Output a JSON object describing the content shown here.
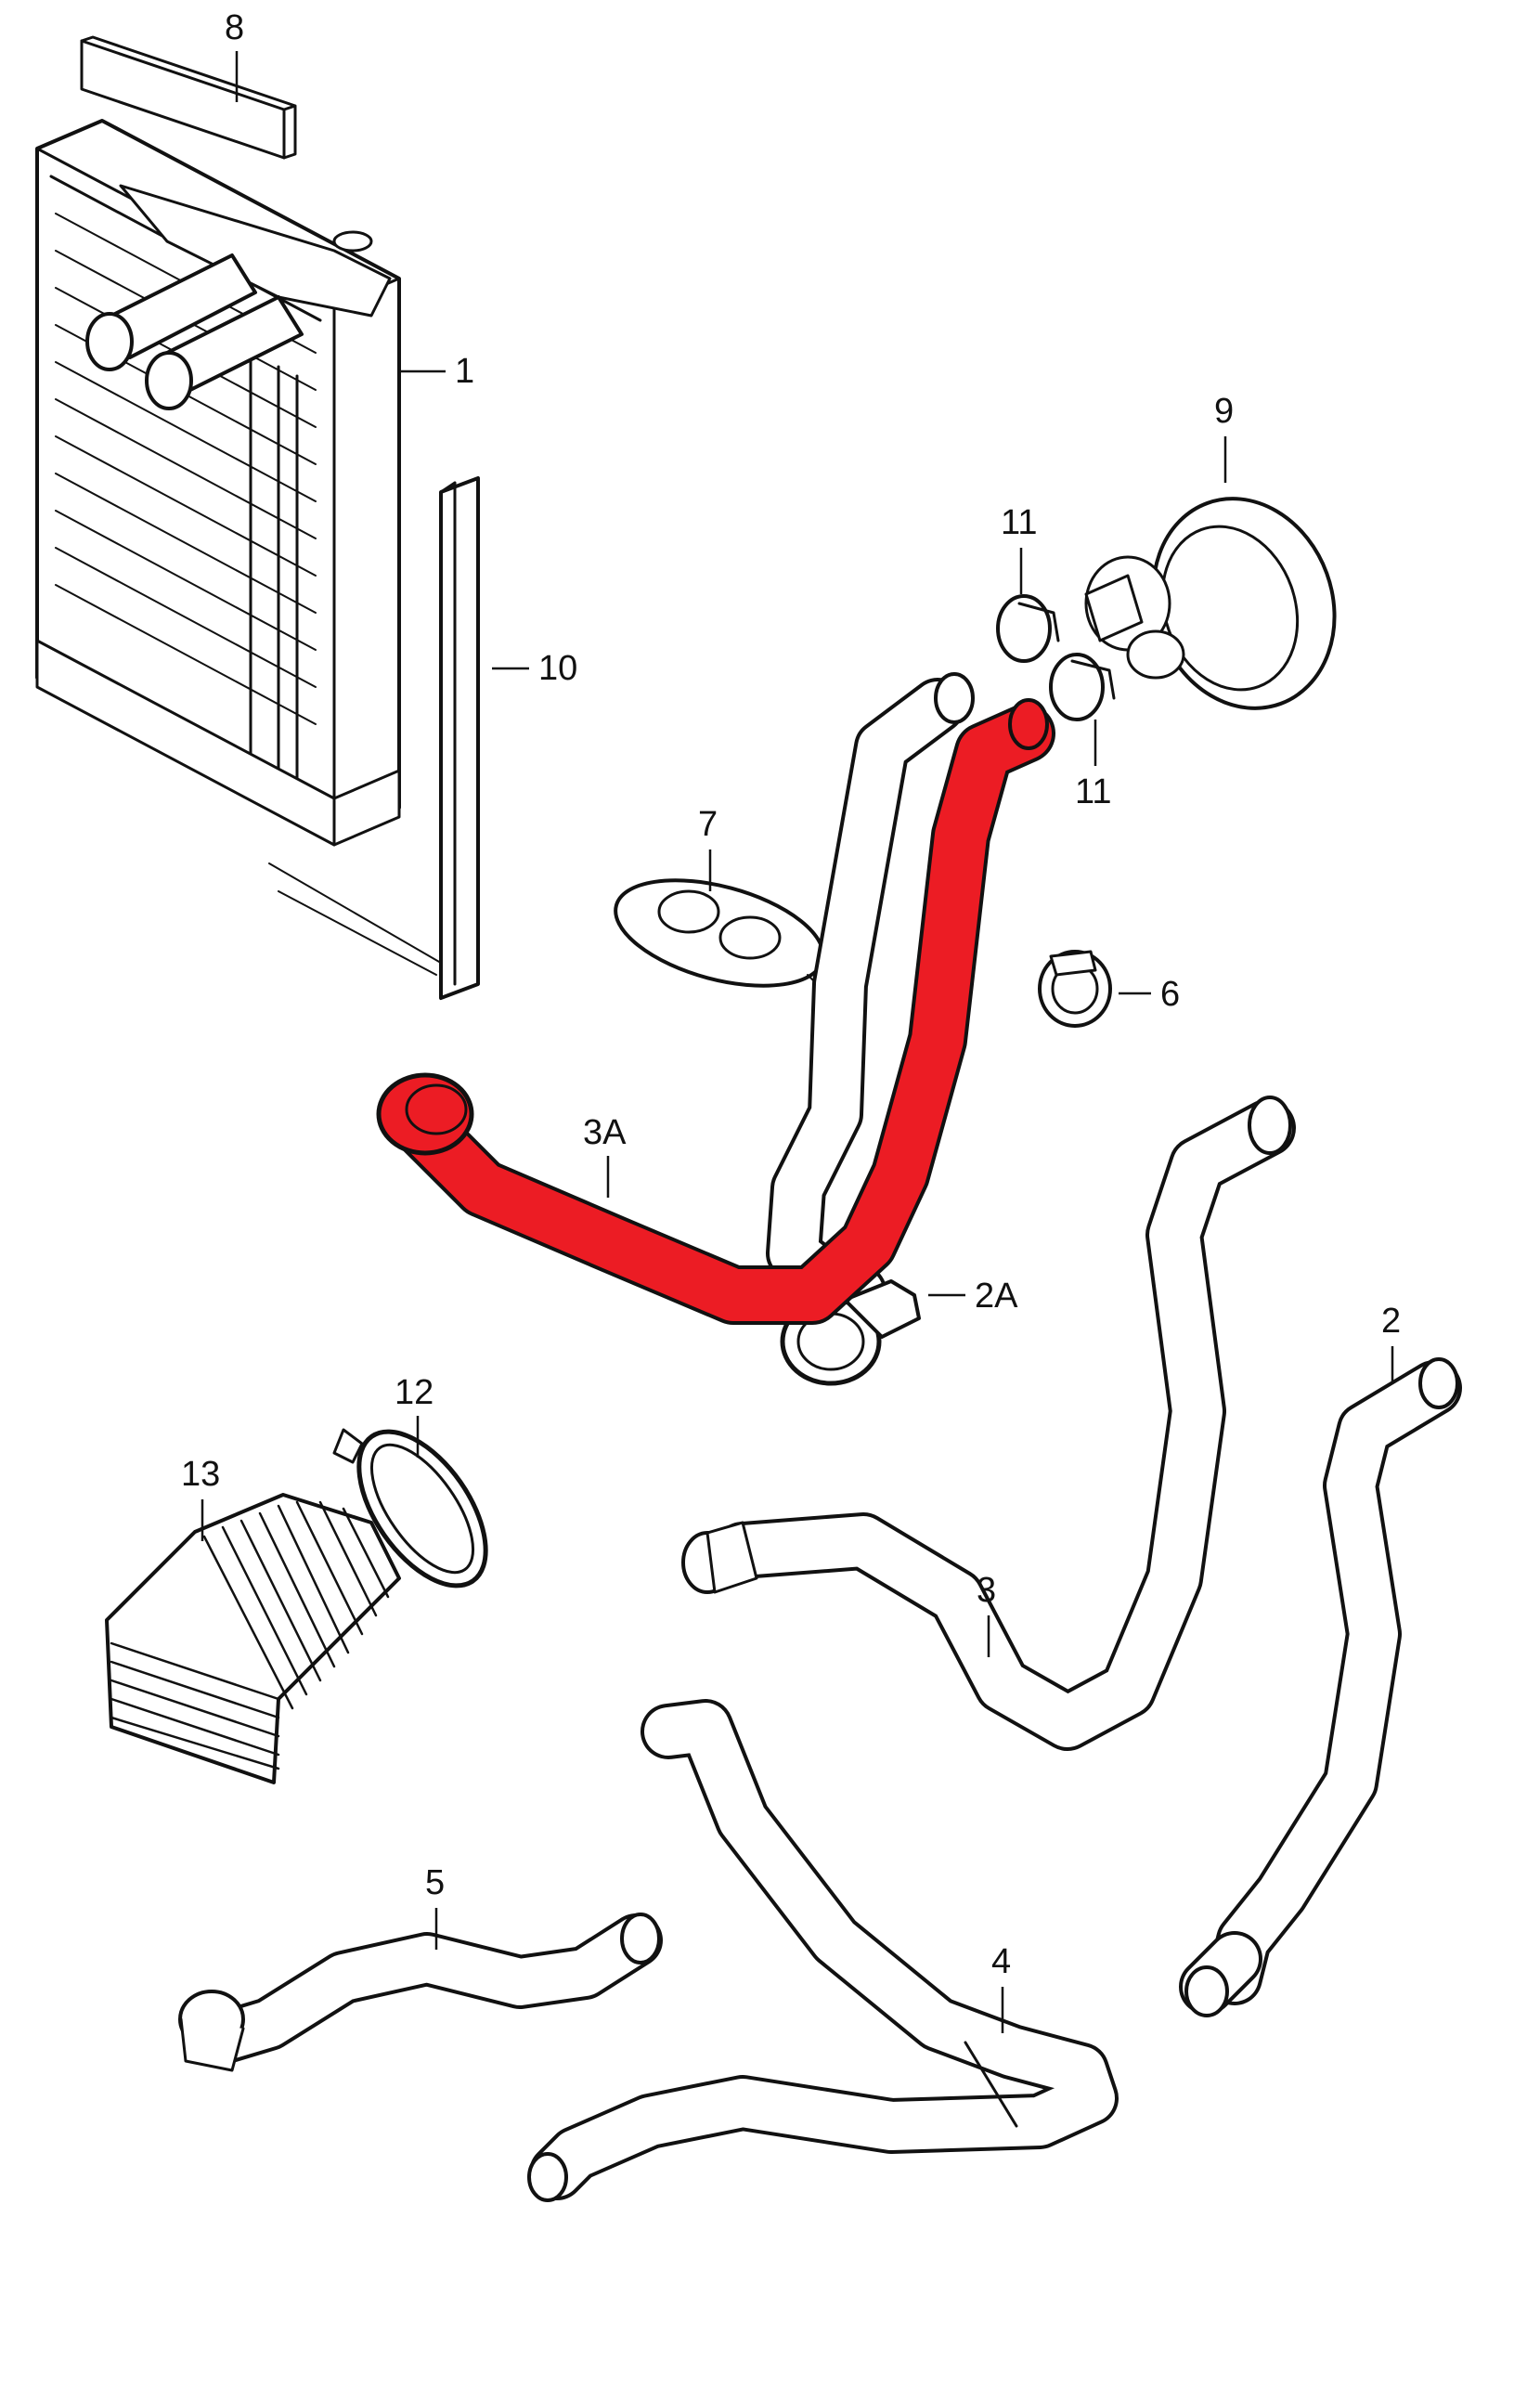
{
  "colors": {
    "highlight": "#ec1c24",
    "ink": "#111111",
    "paper": "#ffffff"
  },
  "callouts": {
    "p1": "1",
    "p2": "2",
    "p2a": "2A",
    "p3": "3",
    "p3a": "3A",
    "p4": "4",
    "p5": "5",
    "p6": "6",
    "p7": "7",
    "p8": "8",
    "p9": "9",
    "p10": "10",
    "p11a": "11",
    "p11b": "11",
    "p12": "12",
    "p13": "13"
  }
}
